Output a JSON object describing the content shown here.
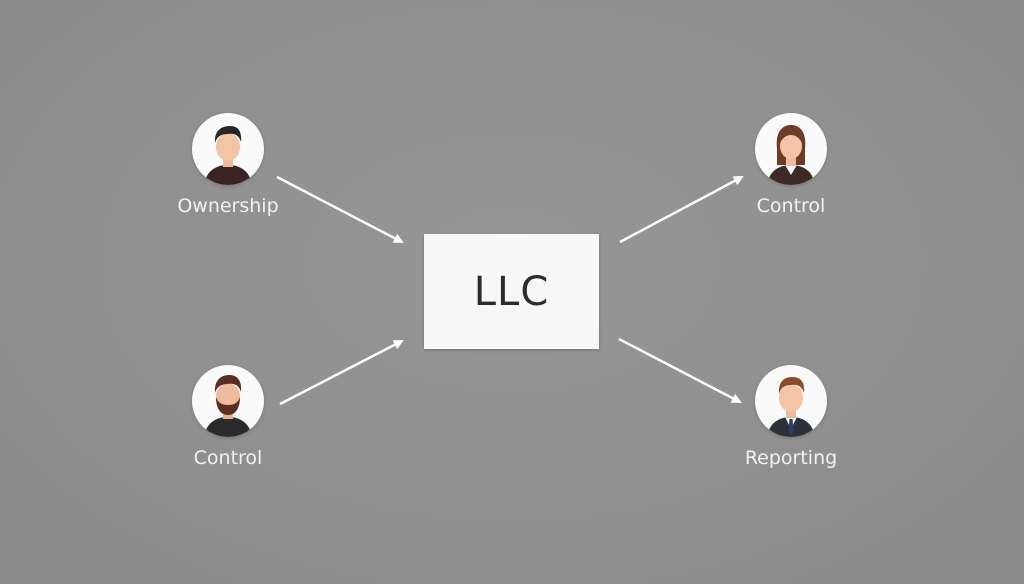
{
  "diagram": {
    "center": {
      "label": "LLC"
    },
    "nodes": [
      {
        "id": "top-left",
        "label": "Ownership",
        "icon": "man-short-hair-avatar-icon"
      },
      {
        "id": "bottom-left",
        "label": "Control",
        "icon": "bearded-man-avatar-icon"
      },
      {
        "id": "top-right",
        "label": "Control",
        "icon": "woman-avatar-icon"
      },
      {
        "id": "bottom-right",
        "label": "Reporting",
        "icon": "man-suit-avatar-icon"
      }
    ],
    "edges": [
      {
        "from": "top-left",
        "to": "LLC"
      },
      {
        "from": "bottom-left",
        "to": "LLC"
      },
      {
        "from": "LLC",
        "to": "top-right"
      },
      {
        "from": "LLC",
        "to": "bottom-right"
      }
    ],
    "colors": {
      "background": "#909090",
      "box": "#f7f7f7",
      "arrow": "#ffffff",
      "label": "#f2f2f2"
    }
  }
}
